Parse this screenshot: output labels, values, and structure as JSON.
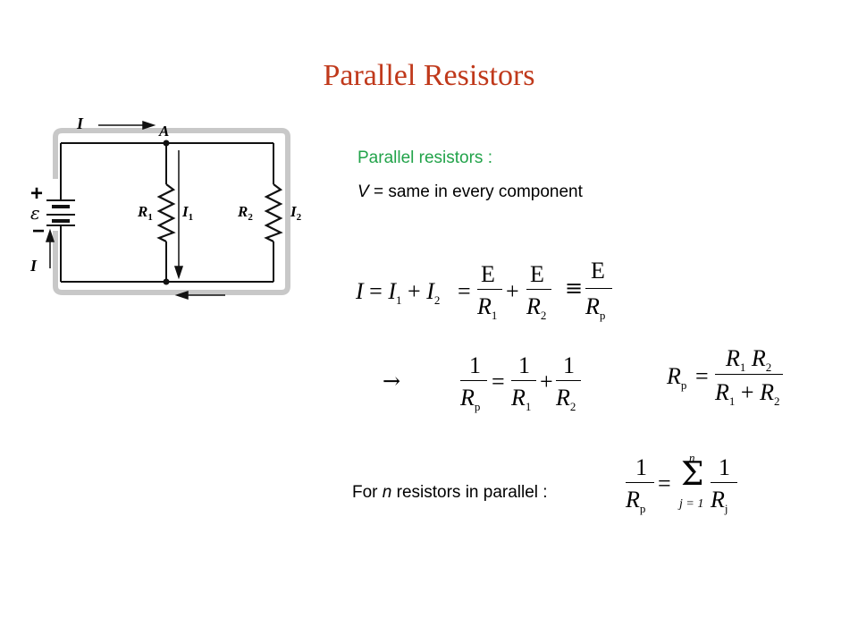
{
  "slide": {
    "title": "Parallel Resistors",
    "line1": "Parallel resistors :",
    "line2_var": "V",
    "line2_rest": " = same in every component",
    "nline_pre": "For ",
    "nline_var": "n",
    "nline_post": " resistors in parallel :"
  },
  "circuit": {
    "current_top": "I",
    "current_bottom": "I",
    "node": "A",
    "emf": "ε",
    "plus": "+",
    "minus": "−",
    "r1": "R",
    "r1_sub": "1",
    "i1": "I",
    "i1_sub": "1",
    "r2": "R",
    "r2_sub": "2",
    "i2": "I",
    "i2_sub": "2"
  },
  "math": {
    "I": "I",
    "I1": "I",
    "I2": "I",
    "s1": "1",
    "s2": "2",
    "p": "p",
    "E": "E",
    "R": "R",
    "one": "1",
    "eq": "=",
    "plus": "+",
    "equiv": "≡",
    "arrow": "→",
    "sigma": "Σ",
    "n": "n",
    "j_eq_1": "j = 1",
    "j": "j"
  },
  "colors": {
    "title": "#c0391b",
    "accent_text": "#22a34a",
    "circuit_frame": "#c8c8c8"
  }
}
